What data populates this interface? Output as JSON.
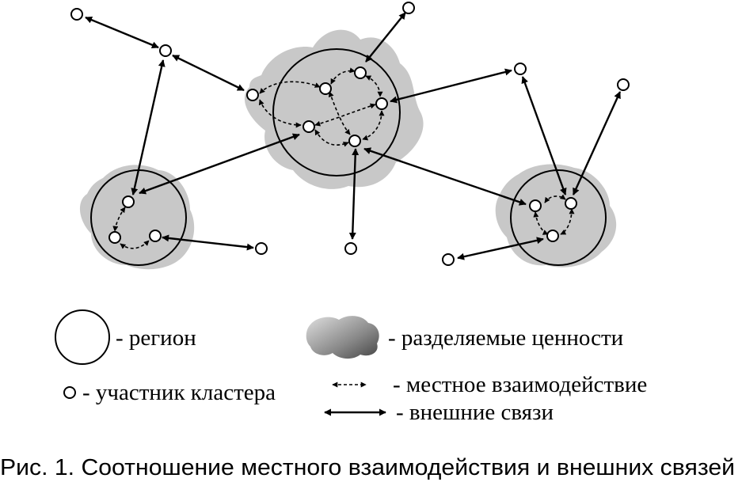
{
  "legend": {
    "region": "- регион",
    "shared_values": "- разделяемые ценности",
    "member": "- участник кластера",
    "local": "- местное взаимодействие",
    "external": "- внешние связи"
  },
  "caption": "Рис. 1. Соотношение местного взаимодействия и внешних связей",
  "colors": {
    "ink": "#000000",
    "shared_fill": "#c8c8c8",
    "legend_blob_dark": "#555555"
  }
}
